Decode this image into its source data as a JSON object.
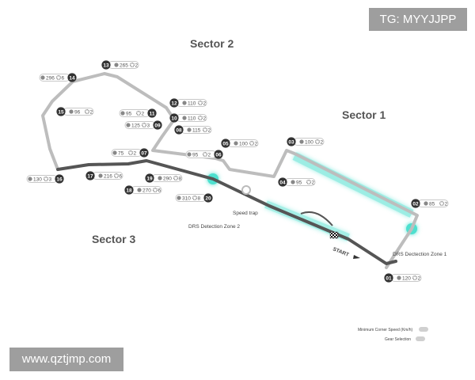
{
  "sectors": {
    "sector1": "Sector 1",
    "sector2": "Sector 2",
    "sector3": "Sector 3"
  },
  "labels": {
    "drs_zone_1": "DRS Dectection Zone 1",
    "drs_zone_2": "DRS Detection Zone 2",
    "speed_trap": "Speed trap",
    "start": "START"
  },
  "legend": {
    "min_corner_speed": "Minimum Corner Speed (Km/h)",
    "gear_selection": "Gear Selection"
  },
  "turns": [
    {
      "num": "01",
      "speed": "120",
      "gear": "2"
    },
    {
      "num": "02",
      "speed": "85",
      "gear": "2"
    },
    {
      "num": "03",
      "speed": "100",
      "gear": "2"
    },
    {
      "num": "04",
      "speed": "95",
      "gear": "2"
    },
    {
      "num": "05",
      "speed": "100",
      "gear": "2"
    },
    {
      "num": "06",
      "speed": "95",
      "gear": "2"
    },
    {
      "num": "07",
      "speed": "75",
      "gear": "2"
    },
    {
      "num": "08",
      "speed": "115",
      "gear": "2"
    },
    {
      "num": "09",
      "speed": "125",
      "gear": "3"
    },
    {
      "num": "10",
      "speed": "110",
      "gear": "2"
    },
    {
      "num": "11",
      "speed": "95",
      "gear": "2"
    },
    {
      "num": "12",
      "speed": "110",
      "gear": "2"
    },
    {
      "num": "13",
      "speed": "265",
      "gear": "2"
    },
    {
      "num": "14",
      "speed": "296",
      "gear": "6"
    },
    {
      "num": "15",
      "speed": "96",
      "gear": "2"
    },
    {
      "num": "16",
      "speed": "130",
      "gear": "3"
    },
    {
      "num": "17",
      "speed": "216",
      "gear": "6"
    },
    {
      "num": "18",
      "speed": "270",
      "gear": "6"
    },
    {
      "num": "19",
      "speed": "290",
      "gear": "8"
    },
    {
      "num": "20",
      "speed": "310",
      "gear": "8"
    }
  ],
  "watermarks": {
    "tg": "TG: MYYJJPP",
    "site": "www.qztjmp.com"
  },
  "colors": {
    "track": "#bdbdbd",
    "track_dark": "#555555",
    "drs_glow": "#4de0cf",
    "turn_badge": "#333333"
  }
}
